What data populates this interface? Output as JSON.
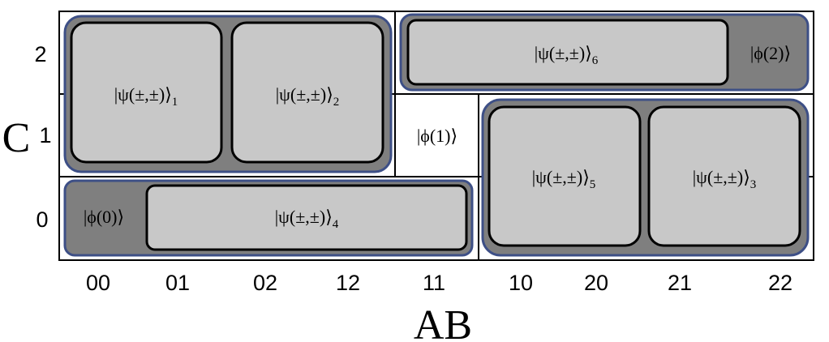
{
  "axes": {
    "x_title": "AB",
    "y_title": "C",
    "x_ticks": [
      "00",
      "01",
      "02",
      "12",
      "11",
      "10",
      "20",
      "21",
      "22"
    ],
    "y_ticks": [
      "2",
      "1",
      "0"
    ]
  },
  "states": [
    {
      "id": "psi1",
      "label": "|ψ(±,±)⟩",
      "sub": "1"
    },
    {
      "id": "psi2",
      "label": "|ψ(±,±)⟩",
      "sub": "2"
    },
    {
      "id": "psi6",
      "label": "|ψ(±,±)⟩",
      "sub": "6"
    },
    {
      "id": "phi2",
      "label": "|ϕ(2)⟩",
      "sub": ""
    },
    {
      "id": "phi1",
      "label": "|ϕ(1)⟩",
      "sub": ""
    },
    {
      "id": "psi5",
      "label": "|ψ(±,±)⟩",
      "sub": "5"
    },
    {
      "id": "psi3",
      "label": "|ψ(±,±)⟩",
      "sub": "3"
    },
    {
      "id": "phi0",
      "label": "|ϕ(0)⟩",
      "sub": ""
    },
    {
      "id": "psi4",
      "label": "|ψ(±,±)⟩",
      "sub": "4"
    }
  ],
  "colors": {
    "outer_fill": "#7f7f7f",
    "outer_stroke": "#3d4f86",
    "inner_fill": "#c8c8c8",
    "grid": "#000000"
  }
}
